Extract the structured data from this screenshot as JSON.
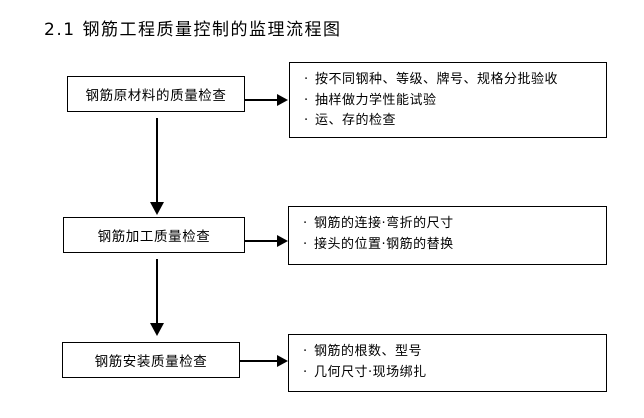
{
  "title": "2.1 钢筋工程质量控制的监理流程图",
  "flow": {
    "steps": [
      {
        "box_label": "钢筋原材料的质量检查",
        "details": [
          "按不同钢种、等级、牌号、规格分批验收",
          "抽样做力学性能试验",
          "运、存的检查"
        ]
      },
      {
        "box_label": "钢筋加工质量检查",
        "details": [
          "钢筋的连接·弯折的尺寸",
          "接头的位置·钢筋的替换"
        ]
      },
      {
        "box_label": "钢筋安装质量检查",
        "details": [
          "钢筋的根数、型号",
          "几何尺寸·现场绑扎"
        ]
      }
    ],
    "bullet": "·"
  },
  "colors": {
    "stroke": "#000000",
    "background": "#ffffff",
    "text": "#000000"
  }
}
